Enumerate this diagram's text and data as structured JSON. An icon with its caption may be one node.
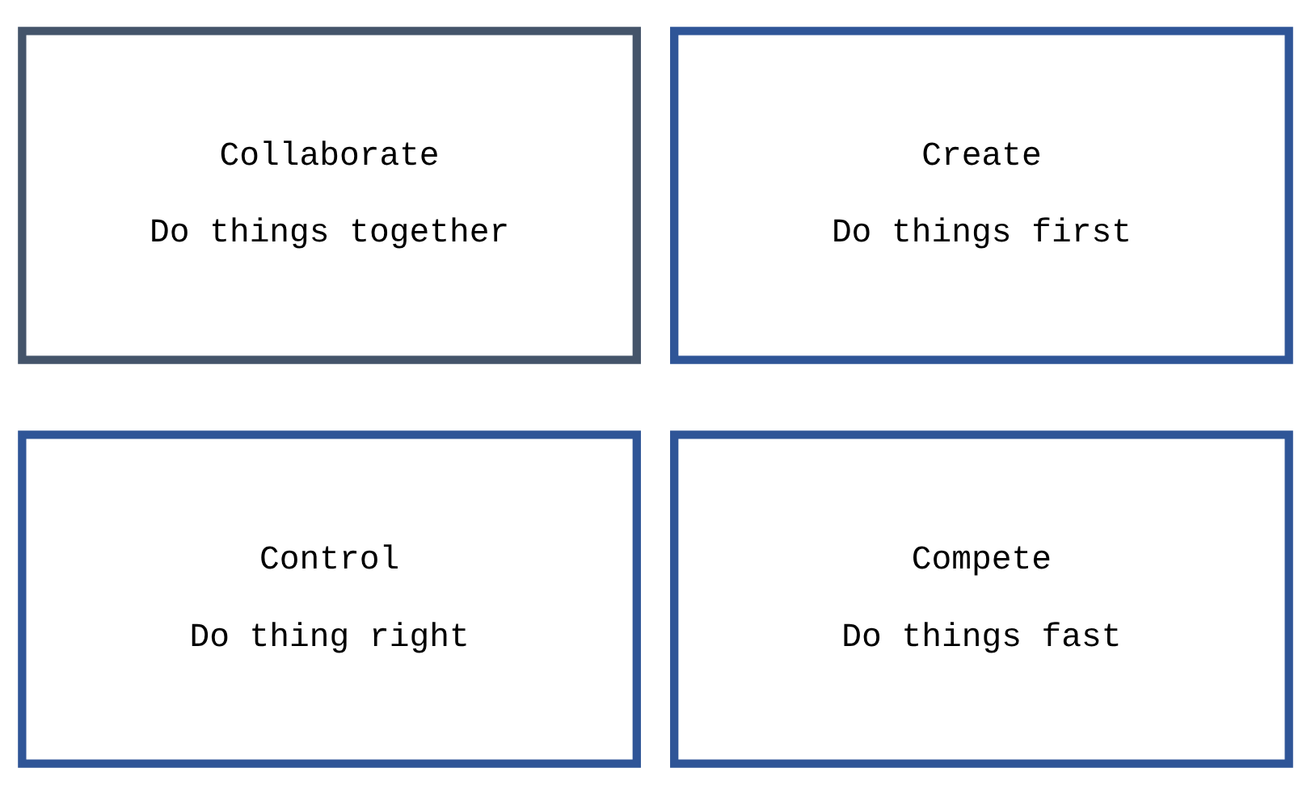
{
  "diagram": {
    "nodes": [
      {
        "text": [
          "Collaborate",
          "Do things together"
        ]
      },
      {
        "text": [
          "Create",
          "Do things first"
        ]
      },
      {
        "text": [
          "Control",
          "Do thing right"
        ]
      },
      {
        "text": [
          "Compete",
          "Do things fast"
        ]
      }
    ]
  }
}
